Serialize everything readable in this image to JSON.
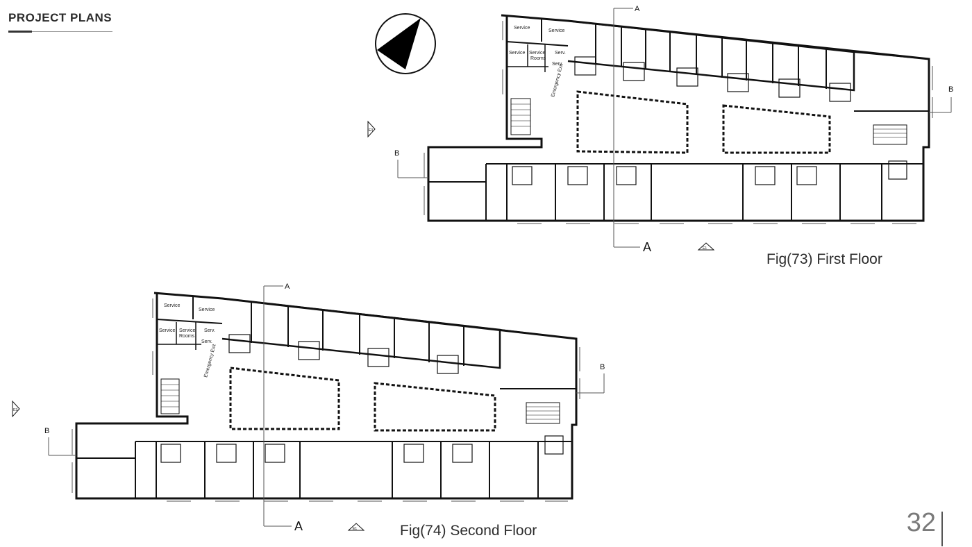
{
  "page": {
    "heading": "PROJECT PLANS",
    "page_number": "32"
  },
  "floors": [
    {
      "caption": "Fig(73) First Floor",
      "section_a": "A",
      "section_b": "B",
      "elevation_e1": "E1",
      "elevation_e3": "E3",
      "rooms": {
        "service_1": "Service",
        "service_2": "Service",
        "service_3": "Service",
        "service_rooms_line1": "Service",
        "service_rooms_line2": "Rooms",
        "serv_1": "Serv.",
        "serv_2": "Serv.",
        "emergency_exit": "Emergency Exit"
      }
    },
    {
      "caption": "Fig(74) Second Floor",
      "section_a": "A",
      "section_b": "B",
      "elevation_e1": "E1",
      "elevation_e3": "E3",
      "rooms": {
        "service_1": "Service",
        "service_2": "Service",
        "service_3": "Service",
        "service_rooms_line1": "Service",
        "service_rooms_line2": "Rooms",
        "serv_1": "Serv.",
        "serv_2": "Serv.",
        "emergency_exit": "Emergency Exit"
      }
    }
  ],
  "colors": {
    "wall": "#111111",
    "line": "#444444",
    "compass": "#000000"
  }
}
